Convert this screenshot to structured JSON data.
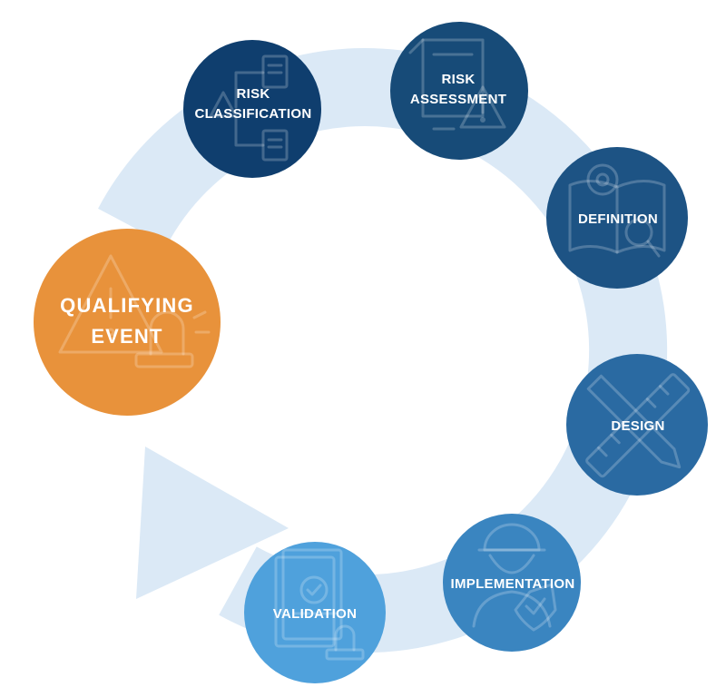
{
  "colors": {
    "ring": "#dbe9f6",
    "qualifying_event": "#e8923b",
    "risk_classification": "#0f3e6e",
    "risk_assessment": "#174b78",
    "definition": "#1d5384",
    "design": "#2a6aa2",
    "implementation": "#3a85c0",
    "validation": "#4fa1dc"
  },
  "steps": [
    {
      "id": "qualifying-event",
      "lines": [
        "QUALIFYING",
        "EVENT"
      ],
      "icon": "warning-siren-icon"
    },
    {
      "id": "risk-classification",
      "lines": [
        "RISK",
        "CLASSIFICATION"
      ],
      "icon": "flowchart-documents-icon"
    },
    {
      "id": "risk-assessment",
      "lines": [
        "RISK",
        "ASSESSMENT"
      ],
      "icon": "document-warning-icon"
    },
    {
      "id": "definition",
      "lines": [
        "DEFINITION"
      ],
      "icon": "book-target-magnifier-icon"
    },
    {
      "id": "design",
      "lines": [
        "DESIGN"
      ],
      "icon": "pencil-ruler-icon"
    },
    {
      "id": "implementation",
      "lines": [
        "IMPLEMENTATION"
      ],
      "icon": "worker-shield-icon"
    },
    {
      "id": "validation",
      "lines": [
        "VALIDATION"
      ],
      "icon": "certificate-stamp-icon"
    }
  ]
}
